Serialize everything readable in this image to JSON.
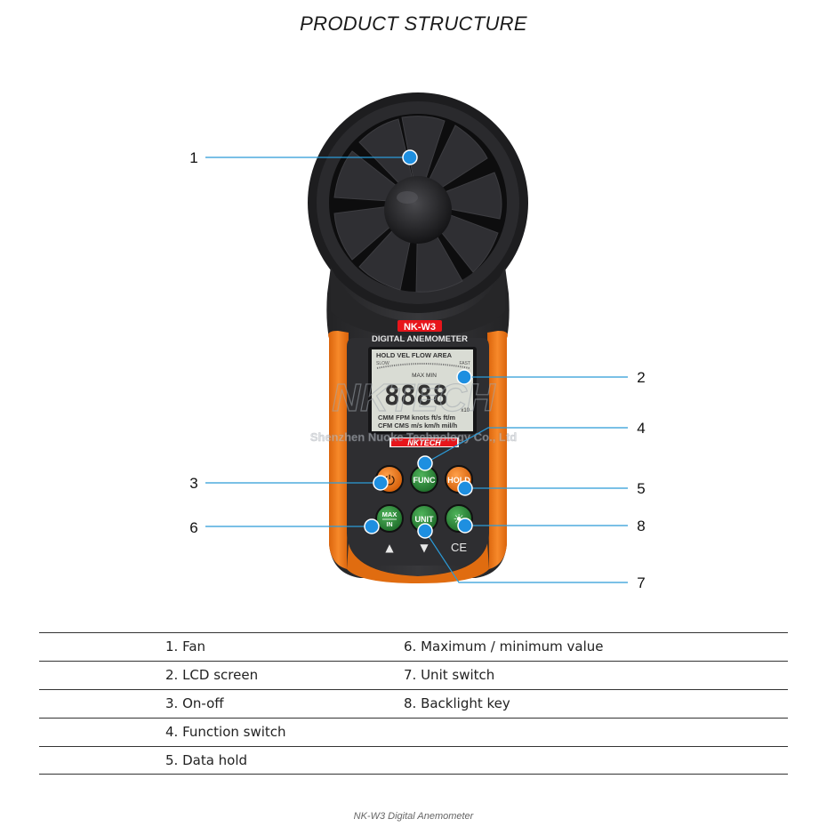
{
  "title": "PRODUCT STRUCTURE",
  "device": {
    "model_badge": "NK-W3",
    "model_subtitle": "DIGITAL ANEMOMETER",
    "brand_badge": "NKTECH",
    "lcd": {
      "top_row": "HOLD VEL FLOW AREA",
      "slow": "SLOW",
      "fast": "FAST",
      "maxmin": "MAX MIN",
      "digits": "8888",
      "x10": "x10",
      "units_row1": "CMM FPM knots ft/s ft/m",
      "units_row2": "CFM CMS m/s km/h mil/h"
    },
    "buttons": {
      "power_glyph": "⏻",
      "func": "FUNC",
      "hold": "HOLD",
      "max_top": "MAX",
      "max_bottom": "IN",
      "unit": "UNIT",
      "backlight_glyph": "☀",
      "up_arrow": "▲",
      "down_arrow": "▼",
      "ce": "CE"
    }
  },
  "watermark": {
    "main": "NKTECH",
    "sub": "Shenzhen Nuoke Technology Co., Ltd"
  },
  "callouts": [
    "1",
    "2",
    "3",
    "4",
    "5",
    "6",
    "7",
    "8"
  ],
  "legend": {
    "rows": [
      {
        "a": "1. Fan",
        "b": "6. Maximum / minimum value"
      },
      {
        "a": "2. LCD screen",
        "b": "7. Unit switch"
      },
      {
        "a": "3. On-off",
        "b": "8. Backlight key"
      },
      {
        "a": "4. Function switch",
        "b": ""
      },
      {
        "a": "5. Data hold",
        "b": ""
      }
    ]
  },
  "footer": "NK-W3 Digital Anemometer",
  "colors": {
    "body": "#2b2b2d",
    "orange": "#f27a14",
    "callout_line": "#2b9bd8",
    "callout_dot": "#1e8fe0",
    "lcd": "#d9dcd4",
    "green_button": "#2f8f3e"
  }
}
